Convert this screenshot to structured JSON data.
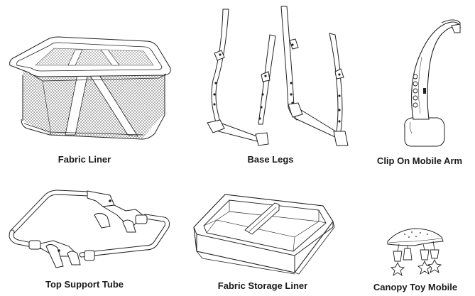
{
  "parts": [
    {
      "id": "fabric-liner",
      "label": "Fabric Liner",
      "icon": "fabric-liner-illustration"
    },
    {
      "id": "base-legs",
      "label": "Base Legs",
      "icon": "base-legs-illustration"
    },
    {
      "id": "clip-on-mobile-arm",
      "label": "Clip On Mobile Arm",
      "icon": "mobile-arm-illustration"
    },
    {
      "id": "top-support-tube",
      "label": "Top Support Tube",
      "icon": "top-support-tube-illustration"
    },
    {
      "id": "fabric-storage-liner",
      "label": "Fabric Storage Liner",
      "icon": "storage-liner-illustration"
    },
    {
      "id": "canopy-toy-mobile",
      "label": "Canopy Toy Mobile",
      "icon": "canopy-mobile-illustration"
    }
  ]
}
